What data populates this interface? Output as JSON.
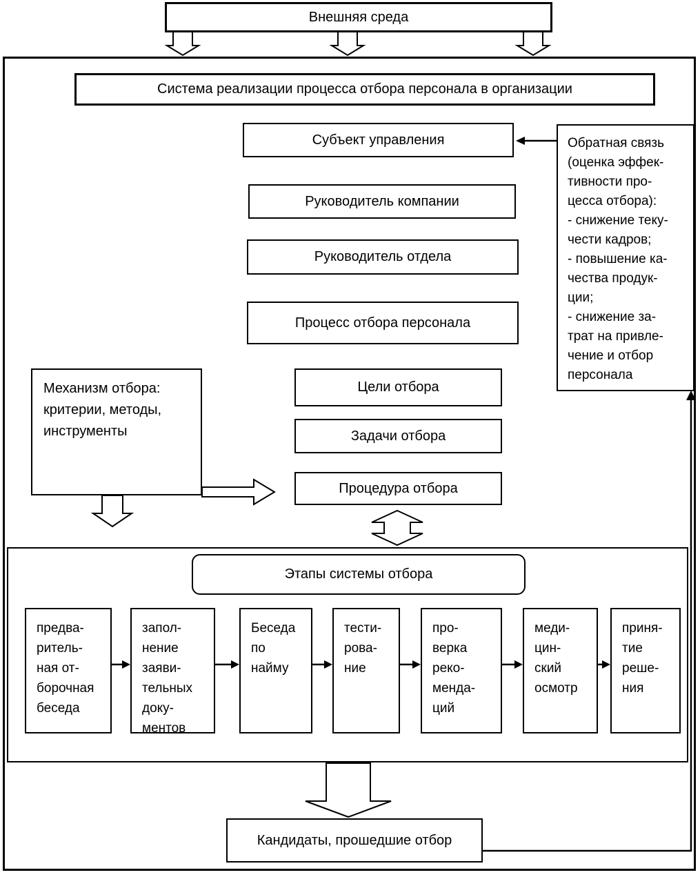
{
  "diagram": {
    "external_environment": "Внешняя среда",
    "system_title": "Система реализации процесса отбора персонала в организации",
    "subject_management": "Субъект управления",
    "company_head": "Руководитель компании",
    "department_head": "Руководитель отдела",
    "selection_process": "Процесс отбора персонала",
    "feedback": "Обратная связь\n(оценка эффек-\nтивности про-\nцесса отбора):\n- снижение теку-\nчести кадров;\n- повышение ка-\nчества продук-\nции;\n- снижение за-\nтрат на привле-\nчение и отбор\nперсонала",
    "mechanism": "Механизм отбора:\nкритерии, методы,\nинструменты",
    "goals": "Цели отбора",
    "tasks": "Задачи отбора",
    "procedure": "Процедура отбора",
    "stages_title": "Этапы системы отбора",
    "stages": [
      {
        "label": "предва-\nритель-\nная от-\nборочная\nбеседа"
      },
      {
        "label": "запол-\nнение\nзаяви-\nтельных\nдоку-\nментов"
      },
      {
        "label": "Беседа\nпо\nнайму"
      },
      {
        "label": "тести-\nрова-\nние"
      },
      {
        "label": "про-\nверка\nреко-\nменда-\nций"
      },
      {
        "label": "меди-\nцин-\nский\nосмотр"
      },
      {
        "label": "приня-\nтие\nреше-\nния"
      }
    ],
    "result": "Кандидаты, прошедшие отбор",
    "colors": {
      "line": "#000000",
      "background": "#ffffff"
    }
  }
}
